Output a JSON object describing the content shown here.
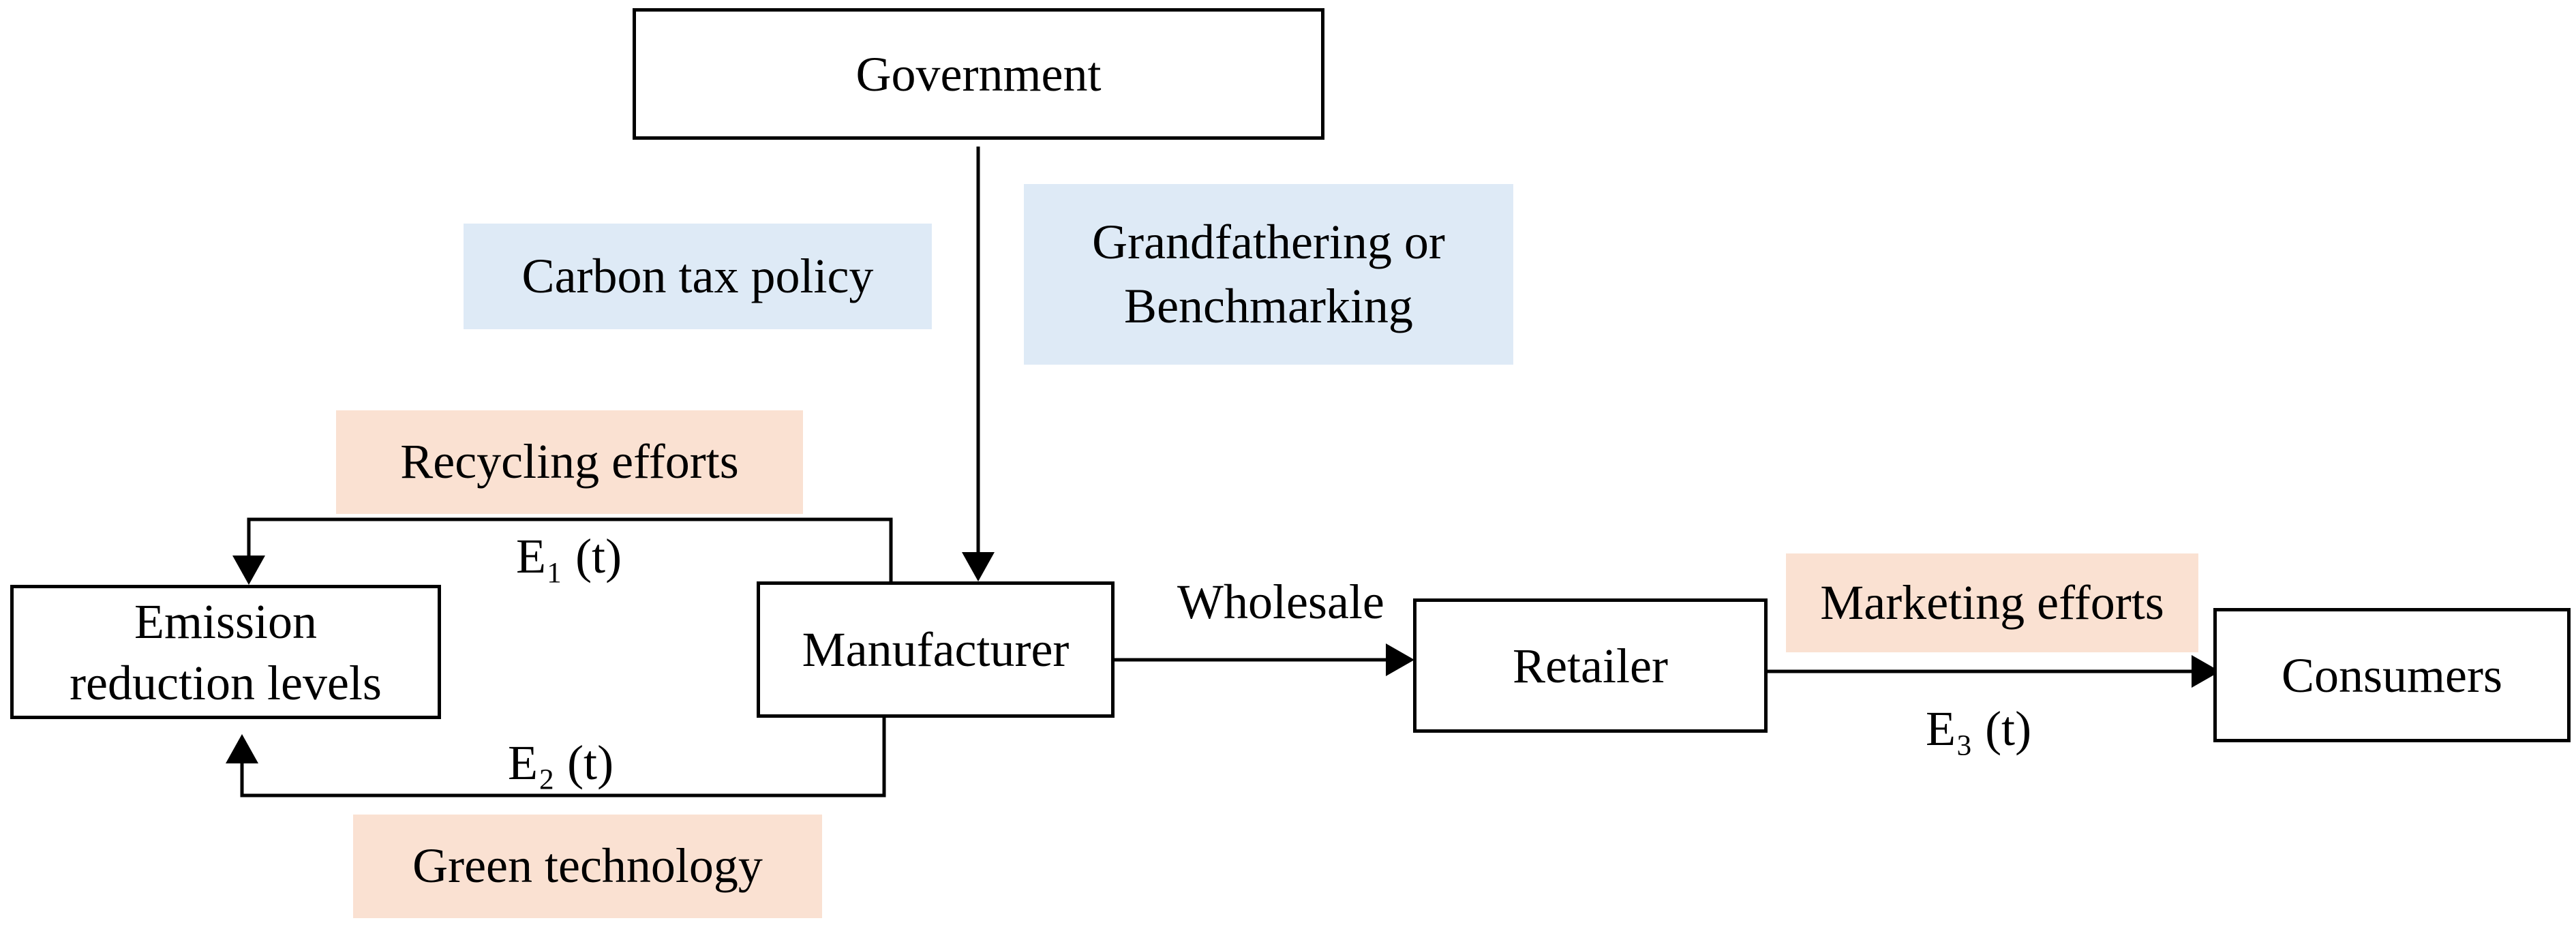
{
  "nodes": {
    "government": "Government",
    "manufacturer": "Manufacturer",
    "emission_line1": "Emission",
    "emission_line2": "reduction levels",
    "retailer": "Retailer",
    "consumers": "Consumers"
  },
  "tags": {
    "carbon_tax": "Carbon tax policy",
    "grandfathering_line1": "Grandfathering or",
    "grandfathering_line2": "Benchmarking",
    "recycling": "Recycling efforts",
    "green_tech": "Green technology",
    "marketing": "Marketing efforts"
  },
  "edge_labels": {
    "e1": "E₁ (t)",
    "e2": "E₂ (t)",
    "e3": "E₃ (t)",
    "wholesale": "Wholesale"
  },
  "colors": {
    "policy_tag": "#deeaf6",
    "effort_tag": "#fae1d2",
    "line": "#000000"
  }
}
